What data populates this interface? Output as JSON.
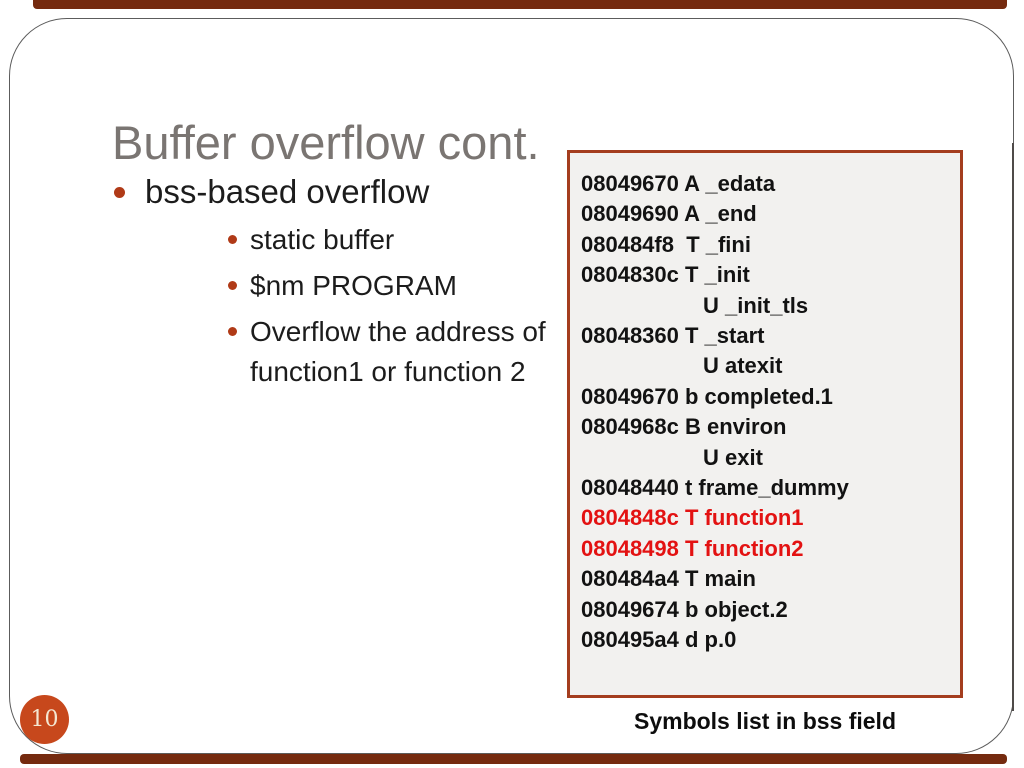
{
  "slide": {
    "title": "Buffer overflow cont.",
    "page_number": "10",
    "caption": "Symbols list in bss field"
  },
  "bullets": {
    "level1": "bss-based overflow",
    "level2": [
      "static buffer",
      "$nm PROGRAM",
      "Overflow the address of function1 or function 2"
    ]
  },
  "symbols_box": {
    "lines": [
      {
        "text": "08049670 A _edata"
      },
      {
        "text": "08049690 A _end"
      },
      {
        "text": "080484f8  T _fini"
      },
      {
        "text": "0804830c T _init"
      },
      {
        "text": "U _init_tls",
        "indent": true
      },
      {
        "text": "08048360 T _start"
      },
      {
        "text": "U atexit",
        "indent": true
      },
      {
        "text": "08049670 b completed.1"
      },
      {
        "text": "0804968c B environ"
      },
      {
        "text": "U exit",
        "indent": true
      },
      {
        "text": "08048440 t frame_dummy"
      },
      {
        "text": "0804848c T function1",
        "highlight": true
      },
      {
        "text": "08048498 T function2",
        "highlight": true
      },
      {
        "text": "080484a4 T main"
      },
      {
        "text": "08049674 b object.2"
      },
      {
        "text": "080495a4 d p.0"
      }
    ]
  },
  "colors": {
    "accent_bar": "#752a0f",
    "box_border": "#a43d1e",
    "box_fill": "#f2f1ef",
    "highlight_text": "#e31212",
    "bullet": "#b03a17",
    "title_text": "#7a7572",
    "page_badge": "#c7481c",
    "badge_text": "#f4e7d2",
    "card_border": "#5c5c5c"
  }
}
